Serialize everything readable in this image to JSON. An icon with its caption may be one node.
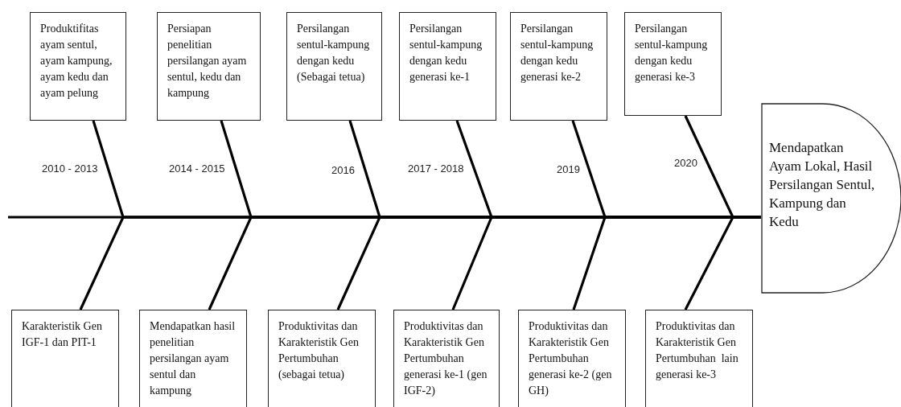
{
  "diagram": {
    "nodes": [
      {
        "text": [
          "Produktifitas ayam sentul, ayam kampung, ayam kedu dan ayam pelung"
        ]
      },
      {
        "text": [
          "Persiapan penelitian persilangan ayam sentul, kedu dan kampung"
        ]
      },
      {
        "text": [
          "Persilangan sentul-kampung dengan kedu (Sebagai tetua)"
        ]
      },
      {
        "text": [
          "Persilangan sentul-kampung dengan kedu generasi ke-1"
        ]
      },
      {
        "text": [
          "Persilangan sentul-kampung dengan kedu generasi ke-2"
        ]
      },
      {
        "text": [
          "Persilangan sentul-kampung dengan kedu generasi ke-3"
        ]
      },
      {
        "text": [
          "Mendapatkan Ayam Lokal, Hasil Persilangan Sentul, Kampung dan Kedu"
        ]
      },
      {
        "text": [
          "Karakteristik Gen IGF-1 dan PIT-1"
        ]
      },
      {
        "text": [
          "Mendapatkan hasil penelitian persilangan ayam sentul dan kampung"
        ]
      },
      {
        "text": [
          "Produktivitas dan Karakteristik Gen Pertumbuhan (sebagai tetua)"
        ]
      },
      {
        "text": [
          "Produktivitas dan Karakteristik Gen Pertumbuhan generasi ke-1 (gen IGF-2)"
        ]
      },
      {
        "text": [
          "Produktivitas dan Karakteristik Gen Pertumbuhan generasi ke-2 (gen GH)"
        ]
      },
      {
        "text": [
          "Produktivitas dan Karakteristik Gen Pertumbuhan  lain generasi ke-3"
        ]
      }
    ],
    "edges": [
      {
        "from": null,
        "to": 6,
        "arrow": "none"
      },
      {
        "from": 0,
        "to": 6,
        "arrow": "none"
      },
      {
        "from": 1,
        "to": 6,
        "arrow": "none"
      },
      {
        "from": 2,
        "to": 6,
        "arrow": "none"
      },
      {
        "from": 3,
        "to": 6,
        "arrow": "none"
      },
      {
        "from": 4,
        "to": 6,
        "arrow": "none"
      },
      {
        "from": 5,
        "to": 6,
        "arrow": "none"
      },
      {
        "from": 7,
        "to": 6,
        "arrow": "none"
      },
      {
        "from": 8,
        "to": 6,
        "arrow": "none"
      },
      {
        "from": 9,
        "to": 6,
        "arrow": "none"
      },
      {
        "from": 10,
        "to": 6,
        "arrow": "none"
      },
      {
        "from": 11,
        "to": 6,
        "arrow": "none"
      },
      {
        "from": 12,
        "to": 6,
        "arrow": "none"
      }
    ],
    "labels": [
      "2010 - 2013",
      "2014 - 2015",
      "2016",
      "2017 - 2018",
      "2019",
      "2020"
    ]
  }
}
